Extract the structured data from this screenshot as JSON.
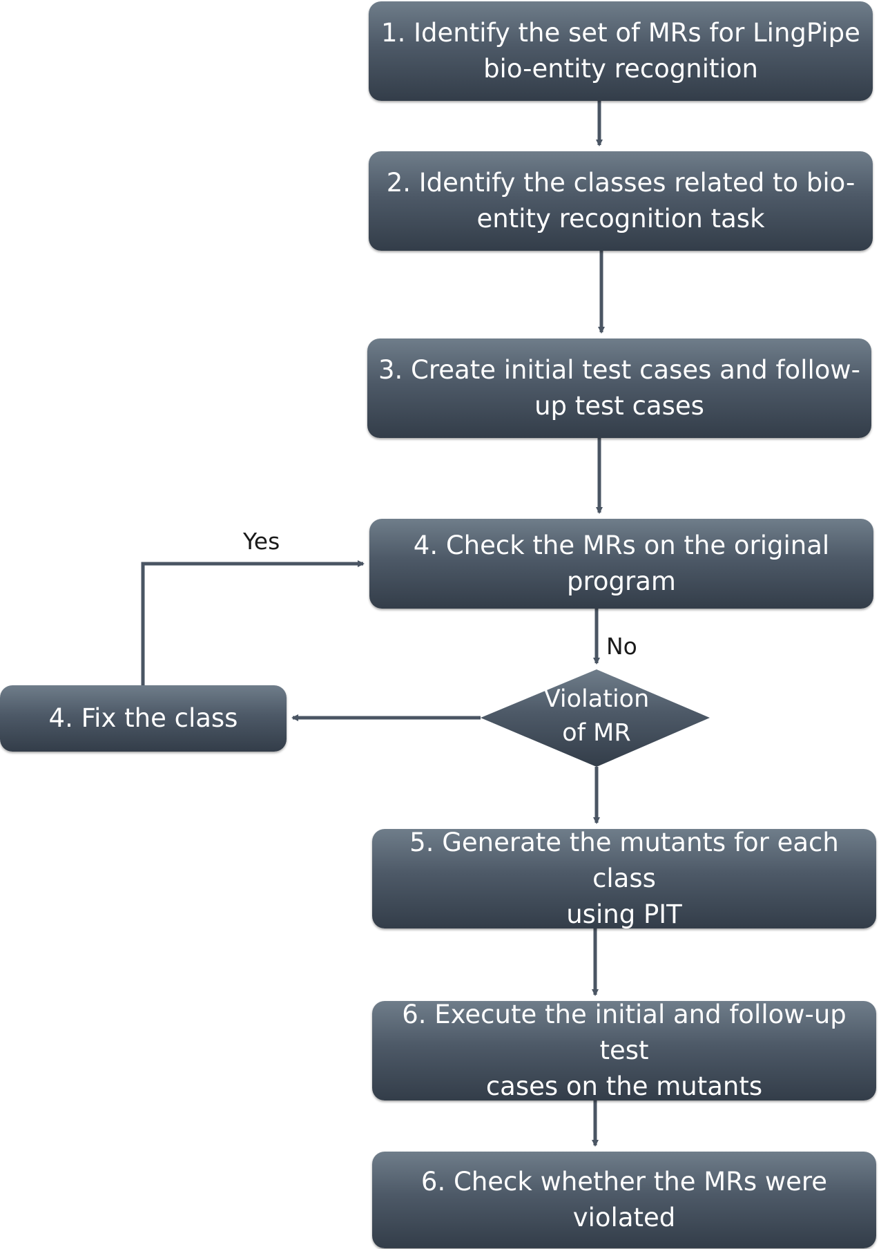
{
  "steps": [
    {
      "id": "b1",
      "lines": [
        "1. Identify the set of MRs for LingPipe",
        "bio-entity recognition"
      ]
    },
    {
      "id": "b2",
      "lines": [
        "2. Identify the classes related to bio-",
        "entity recognition task"
      ]
    },
    {
      "id": "b3",
      "lines": [
        "3. Create initial test cases and follow-",
        "up test cases"
      ]
    },
    {
      "id": "b4",
      "lines": [
        "4. Check the MRs on the original",
        "program"
      ]
    },
    {
      "id": "b5",
      "lines": [
        "4. Fix the class"
      ]
    },
    {
      "id": "b6",
      "lines": [
        "5. Generate the mutants for each class",
        "using PIT"
      ]
    },
    {
      "id": "b7",
      "lines": [
        "6. Execute the initial and follow-up test",
        "cases on the mutants"
      ]
    },
    {
      "id": "b8",
      "lines": [
        "6. Check whether the MRs were",
        "violated"
      ]
    }
  ],
  "decision": {
    "lines": [
      "Violation",
      "of MR"
    ]
  },
  "edge_labels": {
    "yes": "Yes",
    "no": "No"
  },
  "colors": {
    "box_top": "#6f7d8a",
    "box_bottom": "#333d49",
    "arrow": "#4a5563",
    "text": "#ffffff"
  }
}
